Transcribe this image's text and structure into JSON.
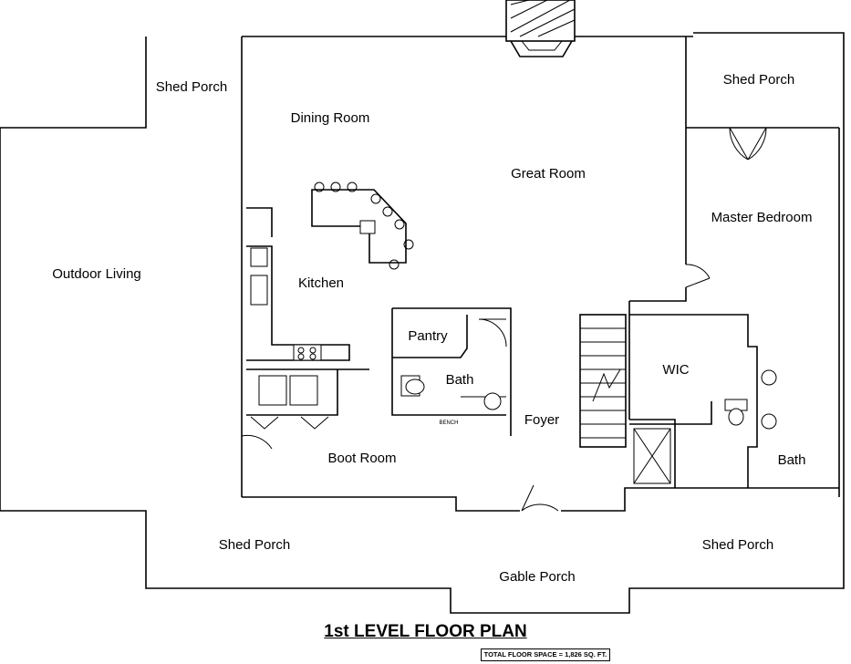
{
  "plan": {
    "title": "1st LEVEL FLOOR PLAN",
    "subtitle": "TOTAL FLOOR SPACE = 1,826 SQ. FT.",
    "rooms": {
      "shed_porch_top_left": "Shed Porch",
      "shed_porch_top_right": "Shed Porch",
      "dining_room": "Dining Room",
      "great_room": "Great Room",
      "master_bedroom": "Master Bedroom",
      "outdoor_living": "Outdoor Living",
      "kitchen": "Kitchen",
      "pantry": "Pantry",
      "bath_center": "Bath",
      "wic": "WIC",
      "foyer": "Foyer",
      "bath_right": "Bath",
      "boot_room": "Boot Room",
      "shed_porch_bottom_left": "Shed Porch",
      "shed_porch_bottom_right": "Shed Porch",
      "gable_porch": "Gable Porch",
      "bench": "BENCH"
    }
  }
}
